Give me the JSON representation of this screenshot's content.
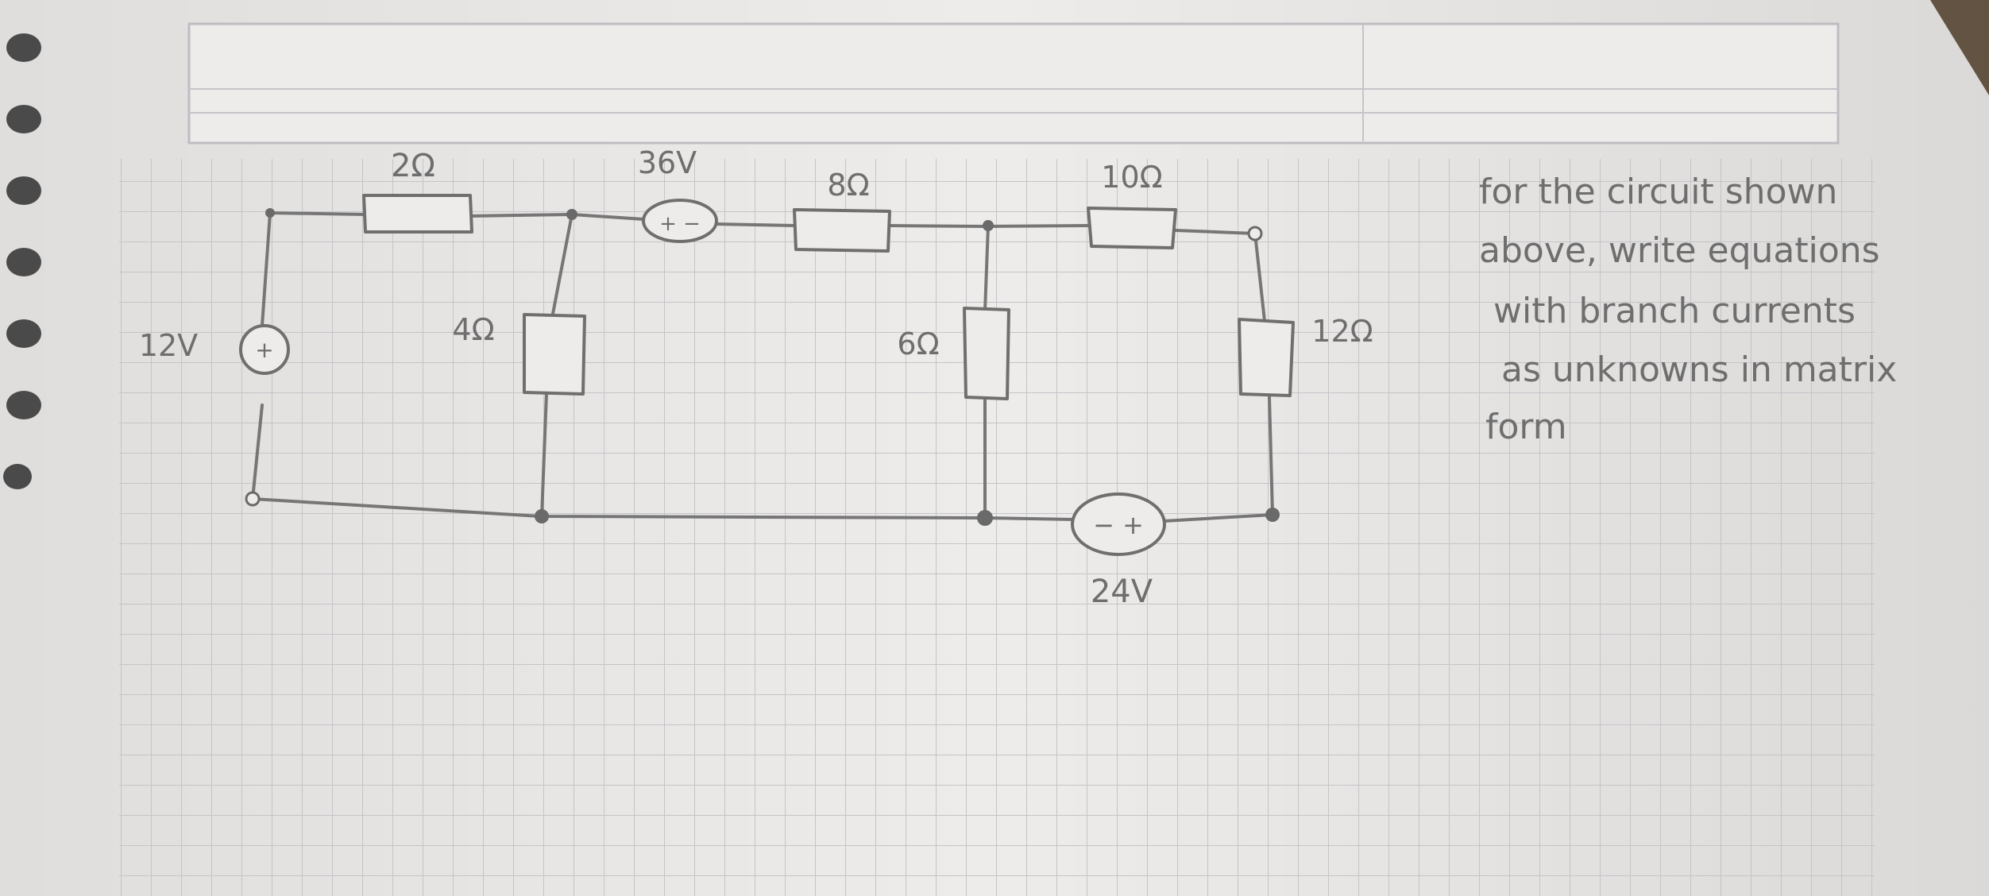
{
  "circuit": {
    "labels": {
      "r_2": "2Ω",
      "src_36": "36V",
      "r_8": "8Ω",
      "r_10": "10Ω",
      "src_12": "12V",
      "r_4": "4Ω",
      "r_6": "6Ω",
      "r_12": "12Ω",
      "src_24": "24V"
    },
    "source_marks": {
      "src_12": "+",
      "src_36": "+ −",
      "src_24": "− +"
    }
  },
  "note": {
    "lines": [
      "for the circuit shown",
      "above, write equations",
      "with branch currents",
      "as unknowns in matrix",
      "form"
    ]
  },
  "colors": {
    "paper": "#eeecea",
    "grid": "#c4c4c8",
    "pencil": "#6e6e6e",
    "binding": "#4a4a4a"
  }
}
